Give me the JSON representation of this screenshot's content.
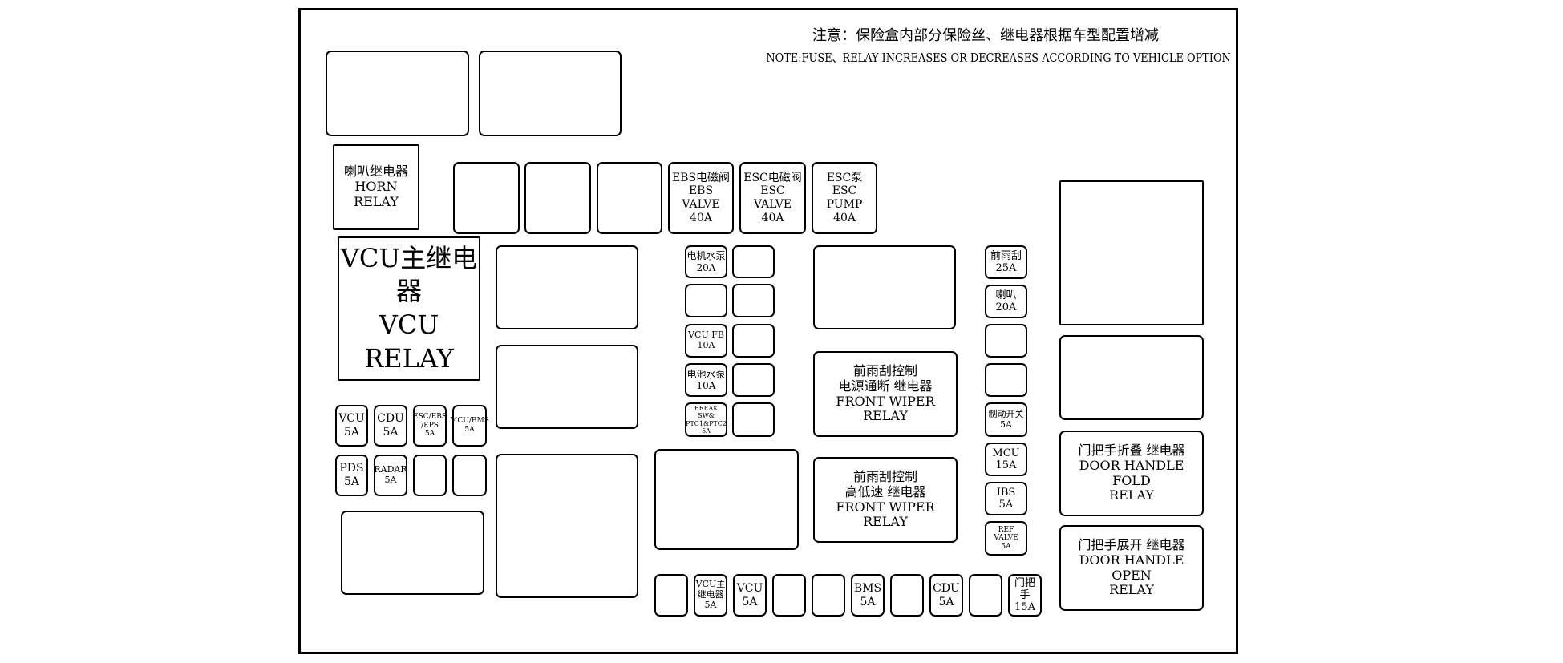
{
  "note": {
    "cn": "注意：保险盒内部分保险丝、继电器根据车型配置增减",
    "en": "NOTE:FUSE、RELAY INCREASES OR DECREASES ACCORDING TO VEHICLE OPTION"
  },
  "relays": {
    "horn": "喇叭继电器\nHORN\nRELAY",
    "vcu_main": "VCU主继电器\nVCU   RELAY",
    "wiper_power": "前雨刮控制\n电源通断 继电器\nFRONT WIPER\nRELAY",
    "wiper_speed": "前雨刮控制\n高低速 继电器\nFRONT WIPER\nRELAY",
    "door_fold": "门把手折叠 继电器\nDOOR HANDLE FOLD\nRELAY",
    "door_open": "门把手展开 继电器\nDOOR HANDLE OPEN\nRELAY"
  },
  "maxi_fuses": {
    "ebs": "EBS电磁阀\nEBS VALVE\n40A",
    "esc_valve": "ESC电磁阀\nESC VALVE\n40A",
    "esc_pump": "ESC泵\nESC PUMP\n40A"
  },
  "left_fuses": {
    "vcu": "VCU\n5A",
    "cdu": "CDU\n5A",
    "esc_eps": "ESC/EBS\n/EPS\n5A",
    "mcu_bms": "MCU/BMS\n5A",
    "pds": "PDS\n5A",
    "radar": "RADAR\n5A"
  },
  "center_fuses": {
    "motor_pump": "电机水泵\n20A",
    "vcu_fb": "VCU FB\n10A",
    "battery_pump": "电池水泵\n10A",
    "break_sw": "BREAK SW&\nPTC1&PTC2\n5A"
  },
  "right_fuses": {
    "front_wiper": "前雨刮\n25A",
    "horn": "喇叭\n20A",
    "brake_switch": "制动开关\n5A",
    "mcu": "MCU\n15A",
    "ibs": "IBS\n5A",
    "ref_valve": "REF VALVE\n5A"
  },
  "bottom_fuses": {
    "vcu_main": "VCU主\n继电器\n5A",
    "vcu": "VCU\n5A",
    "bms": "BMS\n5A",
    "cdu": "CDU\n5A",
    "door_handle": "门把手\n15A"
  }
}
